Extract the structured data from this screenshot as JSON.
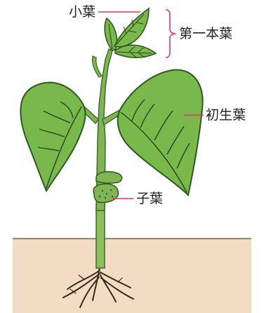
{
  "labels": {
    "leaflet": "小葉",
    "first_compound_leaf": "第一本葉",
    "primary_leaf": "初生葉",
    "cotyledon": "子葉"
  },
  "colors": {
    "leaf_fill": "#79b84b",
    "leaf_edge": "#2f5a1e",
    "vein": "#2b4418",
    "stem": "#6aa43f",
    "soil": "#f3dcc4",
    "root": "#3a2a1a",
    "leader_line": "#e8336a",
    "text": "#222222"
  }
}
